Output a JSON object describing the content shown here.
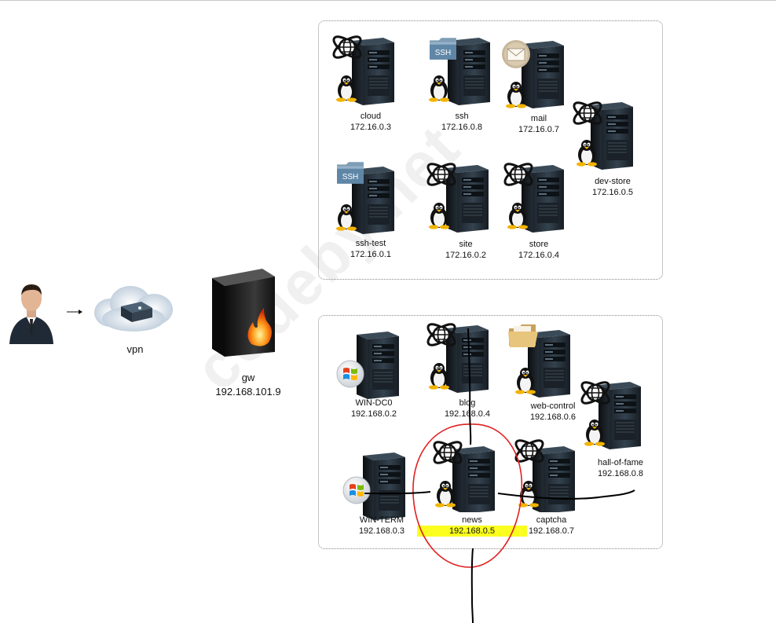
{
  "watermark": "codeby.net",
  "user": {},
  "vpn": {
    "label": "vpn"
  },
  "gateway": {
    "name": "gw",
    "ip": "192.168.101.9"
  },
  "zone1": {
    "servers": [
      {
        "name": "cloud",
        "ip": "172.16.0.3",
        "badge": "network-globe",
        "os": "linux"
      },
      {
        "name": "ssh",
        "ip": "172.16.0.8",
        "badge": "ssh-folder",
        "os": "linux",
        "badge_text": "SSH"
      },
      {
        "name": "mail",
        "ip": "172.16.0.7",
        "badge": "mail-envelope",
        "os": "linux"
      },
      {
        "name": "dev-store",
        "ip": "172.16.0.5",
        "badge": "network-globe",
        "os": "linux"
      },
      {
        "name": "ssh-test",
        "ip": "172.16.0.1",
        "badge": "ssh-folder",
        "os": "linux",
        "badge_text": "SSH"
      },
      {
        "name": "site",
        "ip": "172.16.0.2",
        "badge": "network-globe",
        "os": "linux"
      },
      {
        "name": "store",
        "ip": "172.16.0.4",
        "badge": "network-globe",
        "os": "linux"
      }
    ]
  },
  "zone2": {
    "servers": [
      {
        "name": "WIN-DC0",
        "ip": "192.168.0.2",
        "badge": "none",
        "os": "windows"
      },
      {
        "name": "blog",
        "ip": "192.168.0.4",
        "badge": "network-globe",
        "os": "linux"
      },
      {
        "name": "web-control",
        "ip": "192.168.0.6",
        "badge": "folder",
        "os": "linux"
      },
      {
        "name": "hall-of-fame",
        "ip": "192.168.0.8",
        "badge": "network-globe",
        "os": "linux"
      },
      {
        "name": "WIN-TERM",
        "ip": "192.168.0.3",
        "badge": "none",
        "os": "windows"
      },
      {
        "name": "news",
        "ip": "192.168.0.5",
        "badge": "network-globe",
        "os": "linux",
        "highlighted": true
      },
      {
        "name": "captcha",
        "ip": "192.168.0.7",
        "badge": "network-globe",
        "os": "linux"
      }
    ]
  },
  "colors": {
    "highlight": "#fbff1f",
    "annotation_circle": "#e02020",
    "annotation_lines": "#000000",
    "zone_border": "#8a8a8a"
  }
}
